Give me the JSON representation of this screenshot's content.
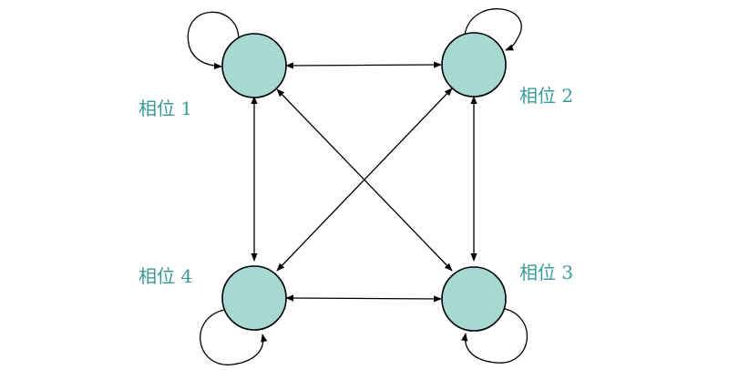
{
  "diagram": {
    "nodes": [
      {
        "id": "phase-1",
        "label": "相位 1"
      },
      {
        "id": "phase-2",
        "label": "相位 2"
      },
      {
        "id": "phase-3",
        "label": "相位 3"
      },
      {
        "id": "phase-4",
        "label": "相位 4"
      }
    ],
    "edges": [
      {
        "from": "phase-1",
        "to": "phase-2",
        "direction": "both"
      },
      {
        "from": "phase-1",
        "to": "phase-4",
        "direction": "both"
      },
      {
        "from": "phase-2",
        "to": "phase-3",
        "direction": "both"
      },
      {
        "from": "phase-4",
        "to": "phase-3",
        "direction": "both"
      },
      {
        "from": "phase-1",
        "to": "phase-3",
        "direction": "both"
      },
      {
        "from": "phase-2",
        "to": "phase-4",
        "direction": "both"
      }
    ],
    "self_loops": [
      "phase-1",
      "phase-2",
      "phase-3",
      "phase-4"
    ],
    "colors": {
      "node_fill": "#a8d8d4",
      "label": "#3a9a96",
      "line": "#000000"
    }
  }
}
